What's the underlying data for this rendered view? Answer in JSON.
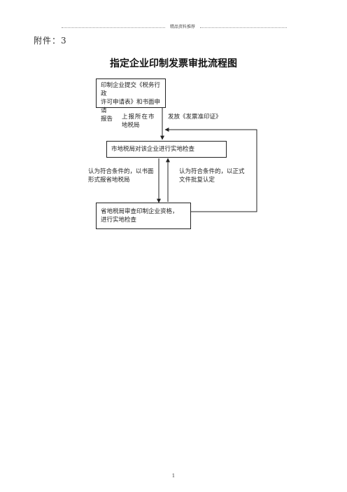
{
  "header": {
    "text": "精品资料推荐"
  },
  "attachment_label": "附件：3",
  "title": "指定企业印制发票审批流程图",
  "flow": {
    "box_apply_line1": "印制企业提交《税务行政",
    "box_apply_line2": "许可申请表》和书面申请",
    "box_apply_line3": "报告",
    "box_city_check": "市地税局对该企业进行实地检查",
    "box_province_line1": "省地税局审查印制企业资格，",
    "box_province_line2": "进行实地检查",
    "label_report_line1": "上报所在市",
    "label_report_line2": "地税局",
    "label_issue": "发放《发票准印证》",
    "label_qualified_report_line1": "认为符合条件的，以书面",
    "label_qualified_report_line2": "形式报省地税局",
    "label_qualified_approve_line1": "认为符合条件的，以正式",
    "label_qualified_approve_line2": "文件批复认定"
  },
  "footer": {
    "page_number": "1"
  }
}
